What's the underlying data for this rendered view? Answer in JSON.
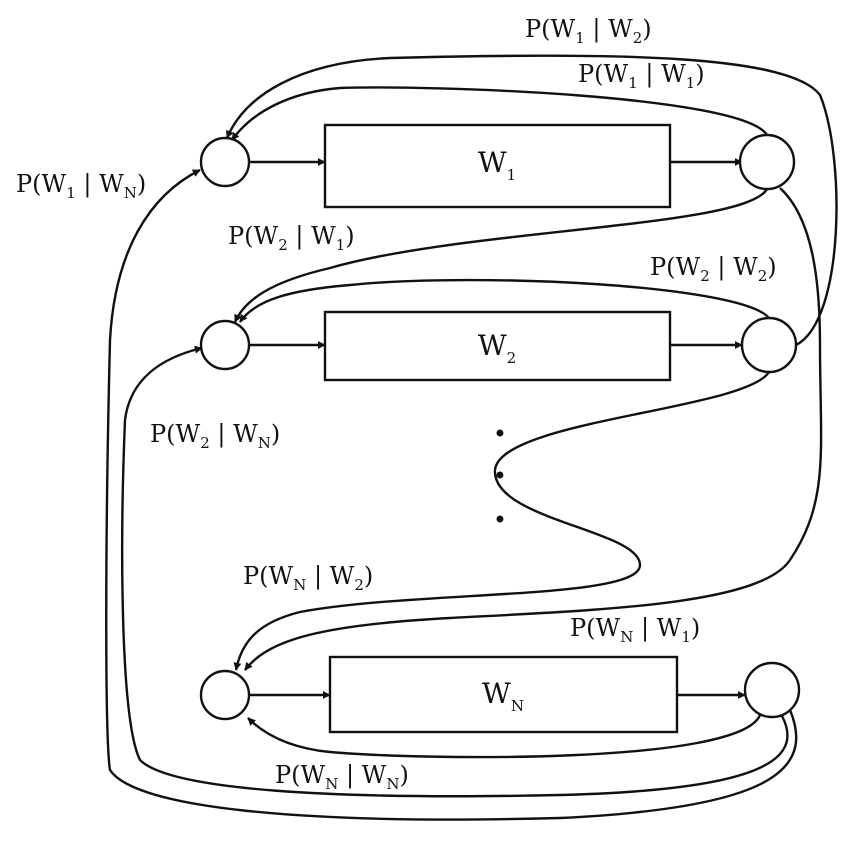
{
  "word_models": [
    {
      "id": "w1",
      "name": "W",
      "sub": "1"
    },
    {
      "id": "w2",
      "name": "W",
      "sub": "2"
    },
    {
      "id": "wn",
      "name": "W",
      "sub": "N"
    }
  ],
  "ellipsis": [
    "•",
    "•",
    "•"
  ],
  "transitions": [
    {
      "id": "p-w1-w2",
      "parts": [
        "P(W",
        "1",
        " | W",
        "2",
        ")"
      ]
    },
    {
      "id": "p-w1-w1",
      "parts": [
        "P(W",
        "1",
        " | W",
        "1",
        ")"
      ]
    },
    {
      "id": "p-w1-wn",
      "parts": [
        "P(W",
        "1",
        " | W",
        "N",
        ")"
      ]
    },
    {
      "id": "p-w2-w1",
      "parts": [
        "P(W",
        "2",
        " | W",
        "1",
        ")"
      ]
    },
    {
      "id": "p-w2-w2",
      "parts": [
        "P(W",
        "2",
        " | W",
        "2",
        ")"
      ]
    },
    {
      "id": "p-w2-wn",
      "parts": [
        "P(W",
        "2",
        " | W",
        "N",
        ")"
      ]
    },
    {
      "id": "p-wn-w2",
      "parts": [
        "P(W",
        "N",
        " | W",
        "2",
        ")"
      ]
    },
    {
      "id": "p-wn-w1",
      "parts": [
        "P(W",
        "N",
        " | W",
        "1",
        ")"
      ]
    },
    {
      "id": "p-wn-wn",
      "parts": [
        "P(W",
        "N",
        " | W",
        "N",
        ")"
      ]
    }
  ]
}
